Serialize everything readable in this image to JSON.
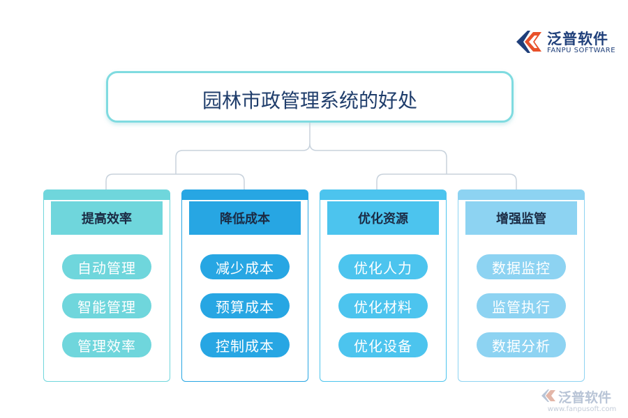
{
  "logo": {
    "name": "泛普软件",
    "subtitle": "FANPU SOFTWARE"
  },
  "title": "园林市政管理系统的好处",
  "colors": {
    "title_border": "#7fdbe0",
    "card1_accent": "#6fd6dc",
    "card2_accent": "#27a6e3",
    "card3_accent": "#4cc4ee",
    "card4_accent": "#8dd3f2",
    "connector": "#c8d2dc"
  },
  "categories": [
    {
      "title": "提高效率",
      "items": [
        "自动管理",
        "智能管理",
        "管理效率"
      ]
    },
    {
      "title": "降低成本",
      "items": [
        "减少成本",
        "预算成本",
        "控制成本"
      ]
    },
    {
      "title": "优化资源",
      "items": [
        "优化人力",
        "优化材料",
        "优化设备"
      ]
    },
    {
      "title": "增强监管",
      "items": [
        "数据监控",
        "监管执行",
        "数据分析"
      ]
    }
  ],
  "watermark": {
    "name": "泛普软件",
    "url": "www.fanpusoft.com"
  }
}
